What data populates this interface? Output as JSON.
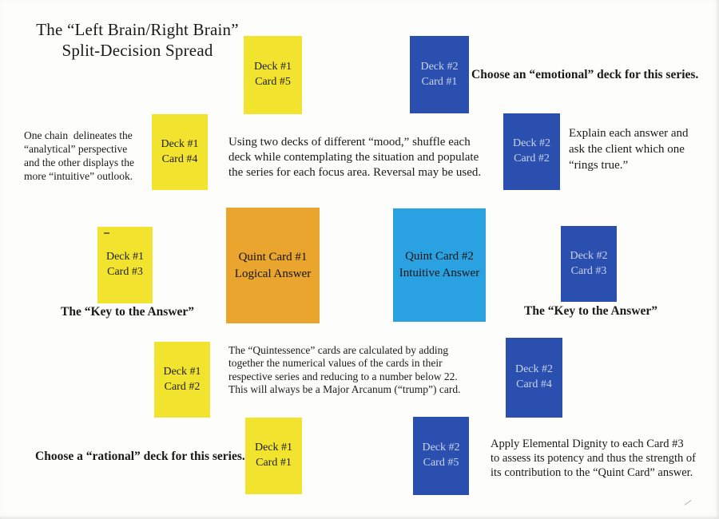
{
  "page": {
    "title_line1": "The “Left Brain/Right Brain”",
    "title_line2": "Split-Decision Spread"
  },
  "colors": {
    "deck1_yellow": "#f2e32e",
    "deck2_blue": "#2b4fae",
    "quint1_orange": "#e9a52d",
    "quint2_skyblue": "#2aa2e2",
    "text_on_blue_cards": "#c9d5ec",
    "body_text": "#1a1a1a",
    "background": "#fdfdfb"
  },
  "cards": [
    {
      "id": "deck1-card5",
      "label": "Deck #1\nCard #5"
    },
    {
      "id": "deck1-card4",
      "label": "Deck #1\nCard #4"
    },
    {
      "id": "deck1-card3",
      "label": "Deck #1\nCard #3"
    },
    {
      "id": "deck1-card2",
      "label": "Deck #1\nCard #2"
    },
    {
      "id": "deck1-card1",
      "label": "Deck #1\nCard #1"
    },
    {
      "id": "deck2-card1",
      "label": "Deck #2\nCard #1"
    },
    {
      "id": "deck2-card2",
      "label": "Deck #2\nCard #2"
    },
    {
      "id": "deck2-card3",
      "label": "Deck #2\nCard #3"
    },
    {
      "id": "deck2-card4",
      "label": "Deck #2\nCard #4"
    },
    {
      "id": "deck2-card5",
      "label": "Deck #2\nCard #5"
    },
    {
      "id": "quint-card1",
      "label": "Quint Card #1\nLogical Answer"
    },
    {
      "id": "quint-card2",
      "label": "Quint Card #2\nIntuitive Answer"
    }
  ],
  "notes": {
    "left": "One chain  delineates the\n“analytical” perspective\nand the other displays the\nmore “intuitive” outlook.",
    "center": "Using two decks of different “mood,” shuffle each\ndeck while contemplating the situation and populate\nthe series for each focus area. Reversal may be used.",
    "emotional": "Choose an “emotional” deck for this series.",
    "explain": "Explain each answer and\nask the client which one\n“rings true.”",
    "key_left": "The “Key to the Answer”",
    "key_right": "The “Key to the Answer”",
    "quintessence": "The “Quintessence” cards are calculated by adding\ntogether the numerical values of the cards in their\nrespective series and reducing to a number below 22.\nThis will always be a Major Arcanum (“trump”) card.",
    "rational": "Choose a “rational” deck for this series.",
    "apply": "Apply Elemental Dignity to each Card #3\nto assess its potency and thus the strength of\nits contribution to the “Quint Card” answer."
  }
}
